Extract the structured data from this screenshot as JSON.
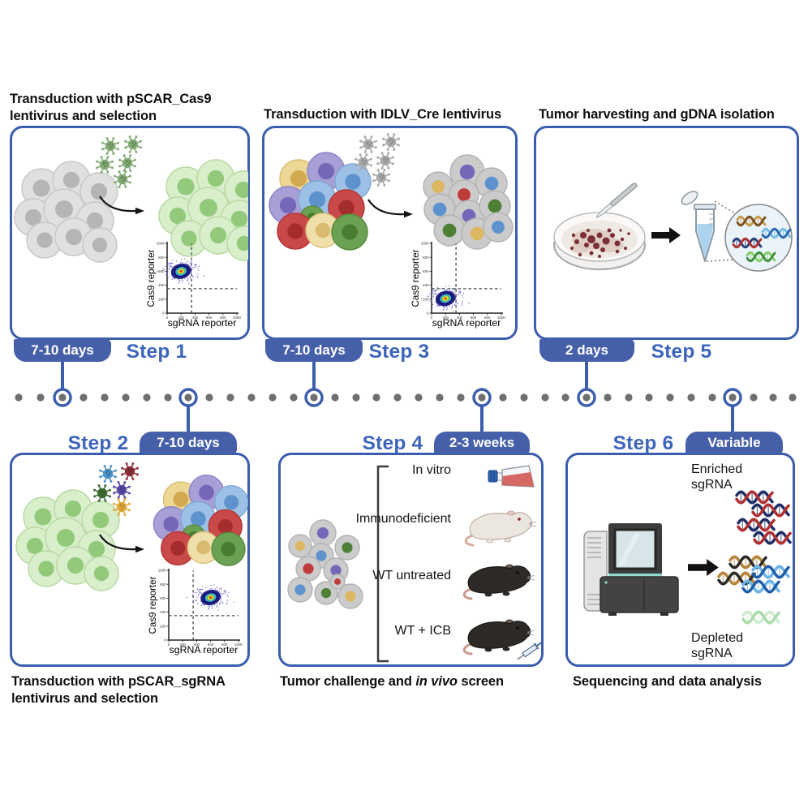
{
  "accent_colors": {
    "panel_border": "#3a5dad",
    "pill_fill": "#465fa9",
    "step_label_text": "#3d65bb",
    "timeline_dot": "#6f6f6f"
  },
  "panels": {
    "step1": {
      "step_label": "Step 1",
      "duration": "7-10 days",
      "title": "Transduction with pSCAR_Cas9 lentivirus and selection"
    },
    "step2": {
      "step_label": "Step 2",
      "duration": "7-10 days",
      "caption": "Transduction with pSCAR_sgRNA lentivirus and selection"
    },
    "step3": {
      "step_label": "Step 3",
      "duration": "7-10 days",
      "title": "Transduction with IDLV_Cre lentivirus"
    },
    "step4": {
      "step_label": "Step 4",
      "duration": "2-3 weeks",
      "caption_pre": "Tumor challenge and ",
      "caption_italic": "in vivo",
      "caption_post": " screen",
      "conditions": [
        "In vitro",
        "Immunodeficient",
        "WT untreated",
        "WT + ICB"
      ]
    },
    "step5": {
      "step_label": "Step 5",
      "duration": "2 days",
      "title": "Tumor harvesting and gDNA isolation"
    },
    "step6": {
      "step_label": "Step 6",
      "duration": "Variable",
      "caption": "Sequencing and data analysis",
      "enriched_label": "Enriched sgRNA",
      "depleted_label": "Depleted sgRNA"
    }
  },
  "chart_data": [
    {
      "type": "scatter",
      "panel": "Step 1",
      "xlabel": "sgRNA reporter",
      "ylabel": "Cas9 reporter",
      "xlim": [
        0,
        1000
      ],
      "ylim": [
        0,
        1000
      ],
      "xticks": [
        0,
        200,
        400,
        600,
        800,
        1000
      ],
      "yticks": [
        0,
        200,
        400,
        600,
        800,
        1000
      ],
      "grid": false,
      "gate_x": 350,
      "gate_y": 350,
      "cluster_center": {
        "x": 200,
        "y": 600
      }
    },
    {
      "type": "scatter",
      "panel": "Step 2",
      "xlabel": "sgRNA reporter",
      "ylabel": "Cas9 reporter",
      "xlim": [
        0,
        1000
      ],
      "ylim": [
        0,
        1000
      ],
      "xticks": [
        0,
        200,
        400,
        600,
        800,
        1000
      ],
      "yticks": [
        0,
        200,
        400,
        600,
        800,
        1000
      ],
      "grid": false,
      "gate_x": 350,
      "gate_y": 350,
      "cluster_center": {
        "x": 600,
        "y": 610
      }
    },
    {
      "type": "scatter",
      "panel": "Step 3",
      "xlabel": "sgRNA reporter",
      "ylabel": "Cas9 reporter",
      "xlim": [
        0,
        1000
      ],
      "ylim": [
        0,
        1000
      ],
      "xticks": [
        0,
        200,
        400,
        600,
        800,
        1000
      ],
      "yticks": [
        0,
        200,
        400,
        600,
        800,
        1000
      ],
      "grid": false,
      "gate_x": 350,
      "gate_y": 350,
      "cluster_center": {
        "x": 200,
        "y": 210
      }
    }
  ]
}
